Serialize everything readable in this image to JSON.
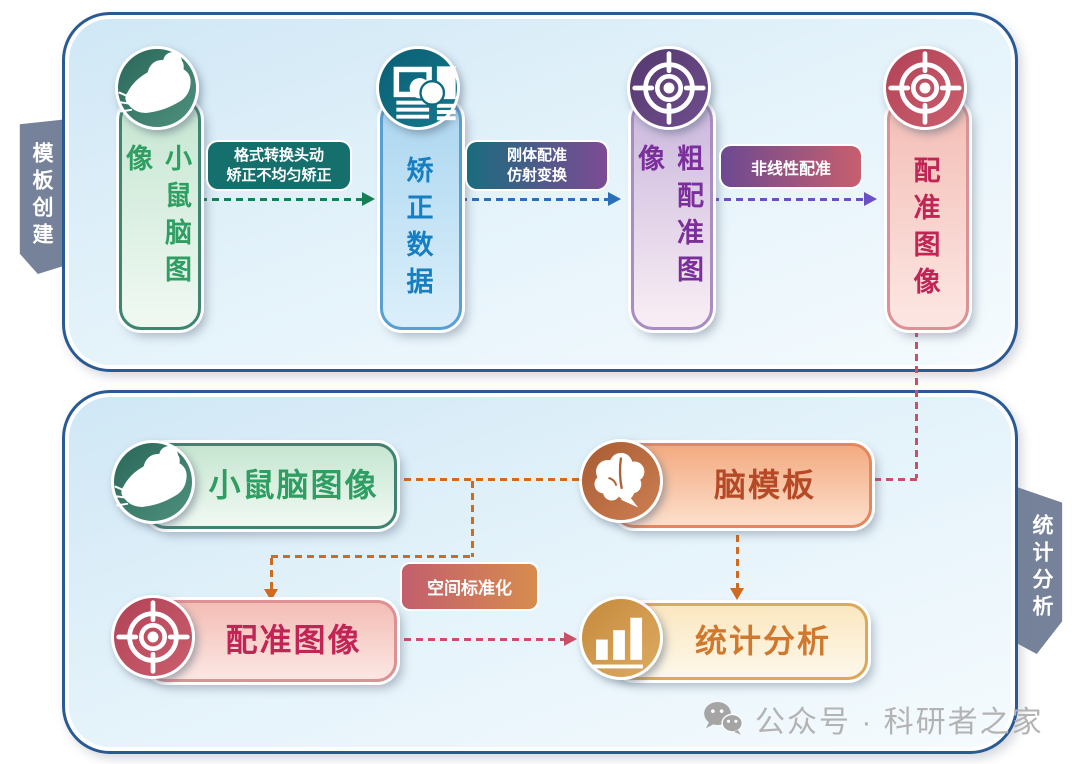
{
  "top_panel": {
    "tab_label": "模板创建",
    "nodes": [
      {
        "label": "小鼠脑图像",
        "icon": "mouse-icon",
        "accent": "#2f9e63"
      },
      {
        "label": "矫正数据",
        "icon": "image-data-icon",
        "accent": "#187ec2"
      },
      {
        "label": "粗配准图像",
        "icon": "target-icon",
        "accent": "#7b2f9b"
      },
      {
        "label": "配准图像",
        "icon": "target-icon",
        "accent": "#c02556"
      }
    ],
    "edges": [
      {
        "line1": "格式转换头动",
        "line2": "矫正不均匀矫正",
        "badge_color": "#15706d",
        "arrow_color": "#168055"
      },
      {
        "line1": "刚体配准",
        "line2": "仿射变换",
        "badge_color": "#1a6c7e → #7d4b94",
        "arrow_color": "#2a70b8"
      },
      {
        "line1": "非线性配准",
        "line2": "",
        "badge_color": "#6d4991 → #c75f6e",
        "arrow_color": "#6a50c4"
      }
    ]
  },
  "bottom_panel": {
    "tab_label": "统计分析",
    "nodes": [
      {
        "label": "小鼠脑图像",
        "icon": "mouse-icon",
        "accent": "#2f9e63"
      },
      {
        "label": "脑模板",
        "icon": "brain-icon",
        "accent": "#b64a26"
      },
      {
        "label": "配准图像",
        "icon": "target-icon",
        "accent": "#c02556"
      },
      {
        "label": "统计分析",
        "icon": "bar-chart-icon",
        "accent": "#d0782e"
      }
    ],
    "edge_badge": {
      "label": "空间标准化",
      "badge_color": "#c25e6d → #d78c4e"
    },
    "connector_colors": {
      "orange": "#cf6a1e",
      "rose": "#c85068"
    }
  },
  "watermark": {
    "icon": "wechat-icon",
    "text": "公众号 · 科研者之家",
    "color": "#b3b3b3"
  },
  "colors": {
    "panel_border": "#2a5a94",
    "panel_fill_top": "#cfe7f5",
    "panel_fill_bottom": "#f5fbfe",
    "side_tab": "#75829a"
  }
}
